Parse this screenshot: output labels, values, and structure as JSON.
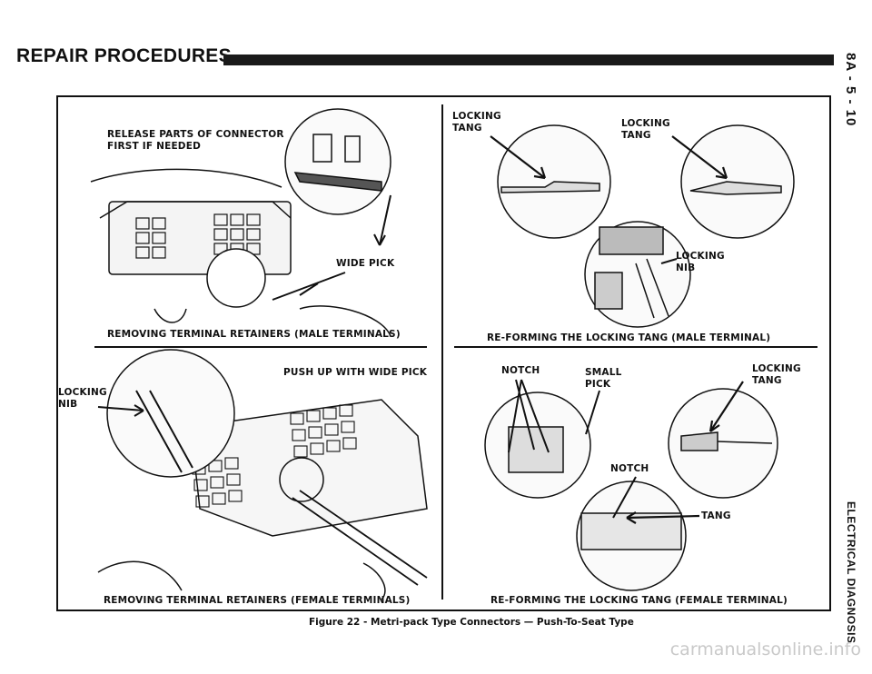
{
  "header": {
    "title": "REPAIR PROCEDURES"
  },
  "side": {
    "page_number": "8A - 5 - 10",
    "section": "ELECTRICAL DIAGNOSIS"
  },
  "panels": {
    "male_remove": {
      "label_release": "RELEASE PARTS OF CONNECTOR",
      "label_release_2": "FIRST IF NEEDED",
      "label_pick": "WIDE PICK",
      "caption": "REMOVING TERMINAL RETAINERS (MALE TERMINALS)"
    },
    "male_reform": {
      "label_tang_1a": "LOCKING",
      "label_tang_1b": "TANG",
      "label_tang_2a": "LOCKING",
      "label_tang_2b": "TANG",
      "label_nib_a": "LOCKING",
      "label_nib_b": "NIB",
      "caption": "RE-FORMING THE LOCKING TANG (MALE TERMINAL)"
    },
    "female_remove": {
      "label_push": "PUSH UP WITH WIDE PICK",
      "label_nib_a": "LOCKING",
      "label_nib_b": "NIB",
      "caption": "REMOVING TERMINAL RETAINERS (FEMALE TERMINALS)"
    },
    "female_reform": {
      "label_notch_1": "NOTCH",
      "label_small_a": "SMALL",
      "label_small_b": "PICK",
      "label_tang_a": "LOCKING",
      "label_tang_b": "TANG",
      "label_notch_2": "NOTCH",
      "label_tang_c": "TANG",
      "caption": "RE-FORMING THE LOCKING TANG (FEMALE TERMINAL)"
    }
  },
  "figure_caption": "Figure 22 - Metri-pack Type Connectors — Push-To-Seat Type",
  "watermark": "carmanualsonline.info"
}
